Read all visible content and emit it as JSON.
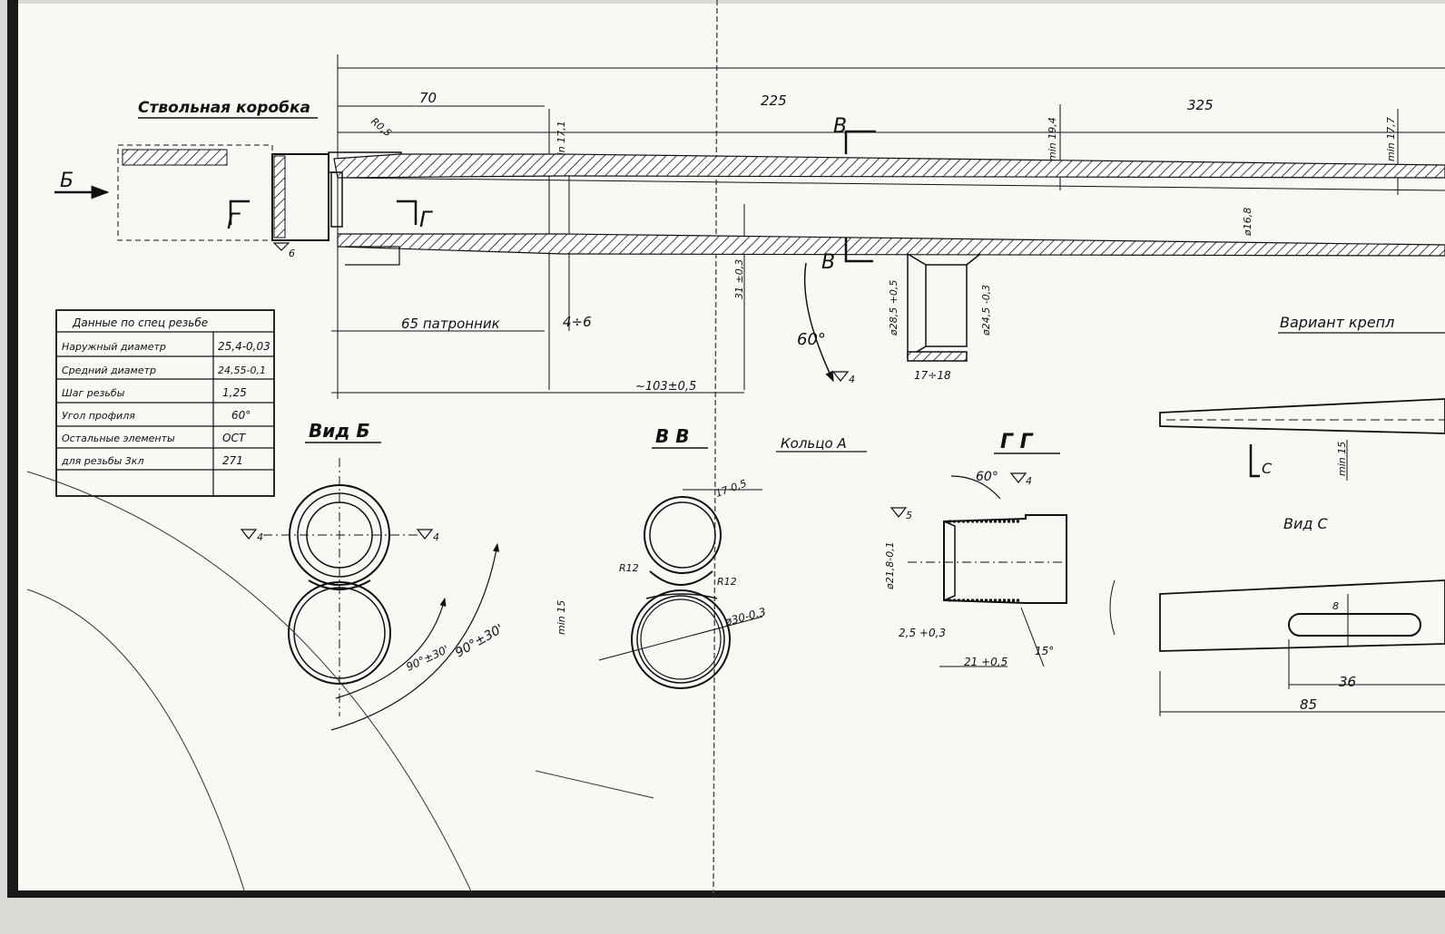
{
  "title": "Ствольная коробка",
  "dims": {
    "d70": "70",
    "d225": "225",
    "d325": "325",
    "min171": "min 17,1",
    "min194": "min 19,4",
    "min177": "min 17,7",
    "r05": "R0,5",
    "d65": "65 патронник",
    "d4_6": "4÷6",
    "d103": "~103±0,5",
    "d60": "60°",
    "d285": "ø28,5 +0,5",
    "d245": "ø24,5 -0,3",
    "d17_18": "17÷18",
    "d168": "ø16,8",
    "d31": "31 ±0,3",
    "min15a": "min 15",
    "min15b": "min 15",
    "d90a": "90°±30'",
    "d90b": "90°±30'",
    "r12a": "R12",
    "r12b": "R12",
    "d30": "ø30-0,3",
    "d17_05": "17-0,5",
    "d60b": "60°",
    "d218": "ø21,8-0,1",
    "d25": "2,5 +0,3",
    "d21": "21 +0,5",
    "d15": "15°",
    "d8": "8",
    "d36": "36",
    "d85": "85"
  },
  "letters": {
    "B": "Б",
    "V": "В",
    "V2": "В",
    "G1": "Г",
    "G2": "Г",
    "C": "С"
  },
  "table": {
    "header": "Данные по спец резьбе",
    "rows": [
      {
        "label": "Наружный диаметр",
        "value": "25,4-0,03"
      },
      {
        "label": "Средний диаметр",
        "value": "24,55-0,1"
      },
      {
        "label": "Шаг резьбы",
        "value": "1,25"
      },
      {
        "label": "Угол профиля",
        "value": "60°"
      },
      {
        "label": "Остальные элементы",
        "value": "ОСТ"
      },
      {
        "label": "для резьбы 3кл",
        "value": "271"
      }
    ]
  },
  "views": {
    "vid_b": "Вид Б",
    "vv": "В В",
    "ring": "Кольцо А",
    "gg": "Г Г",
    "vid_c": "Вид С",
    "variant": "Вариант крепл"
  },
  "marks": {
    "r6": "6",
    "r4a": "4",
    "r4b": "4",
    "r4c": "4",
    "r5": "5",
    "r4d": "4"
  }
}
